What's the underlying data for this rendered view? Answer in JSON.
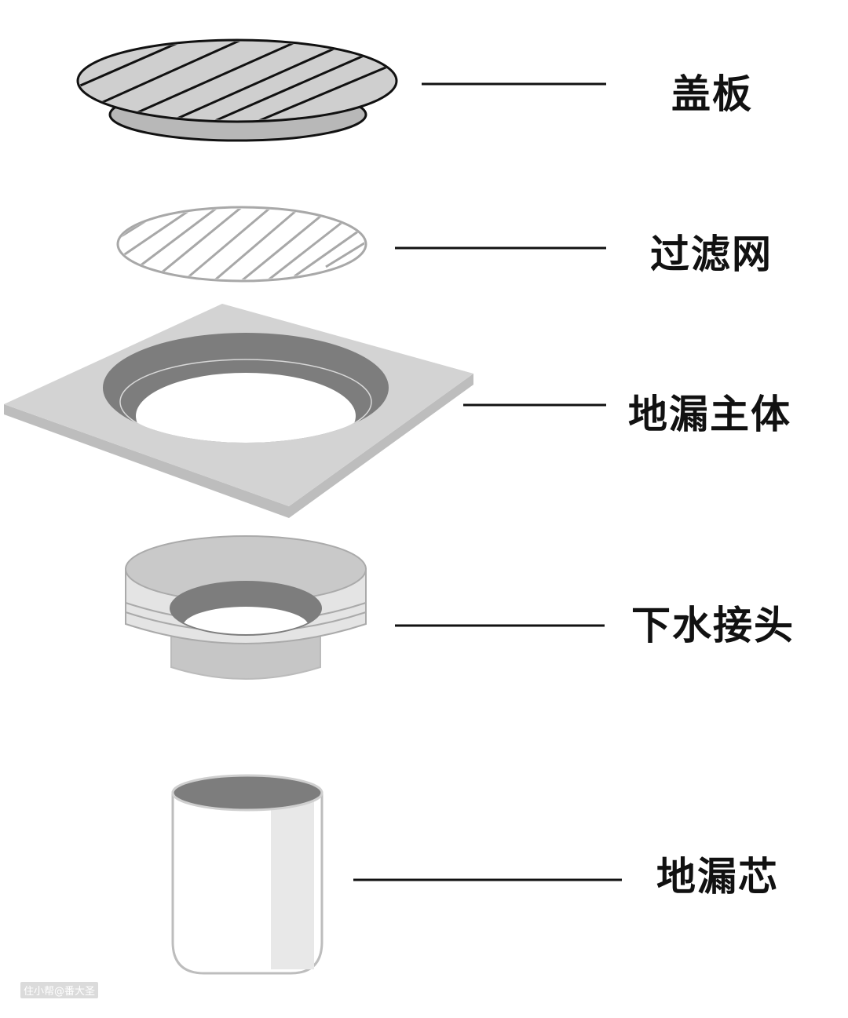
{
  "parts": [
    {
      "label": "盖板"
    },
    {
      "label": "过滤网"
    },
    {
      "label": "地漏主体"
    },
    {
      "label": "下水接头"
    },
    {
      "label": "地漏芯"
    }
  ],
  "watermark": "住小帮@番大圣",
  "colors": {
    "line": "#111111",
    "metal_light": "#d0d0d0",
    "metal_dark": "#7a7a7a"
  }
}
